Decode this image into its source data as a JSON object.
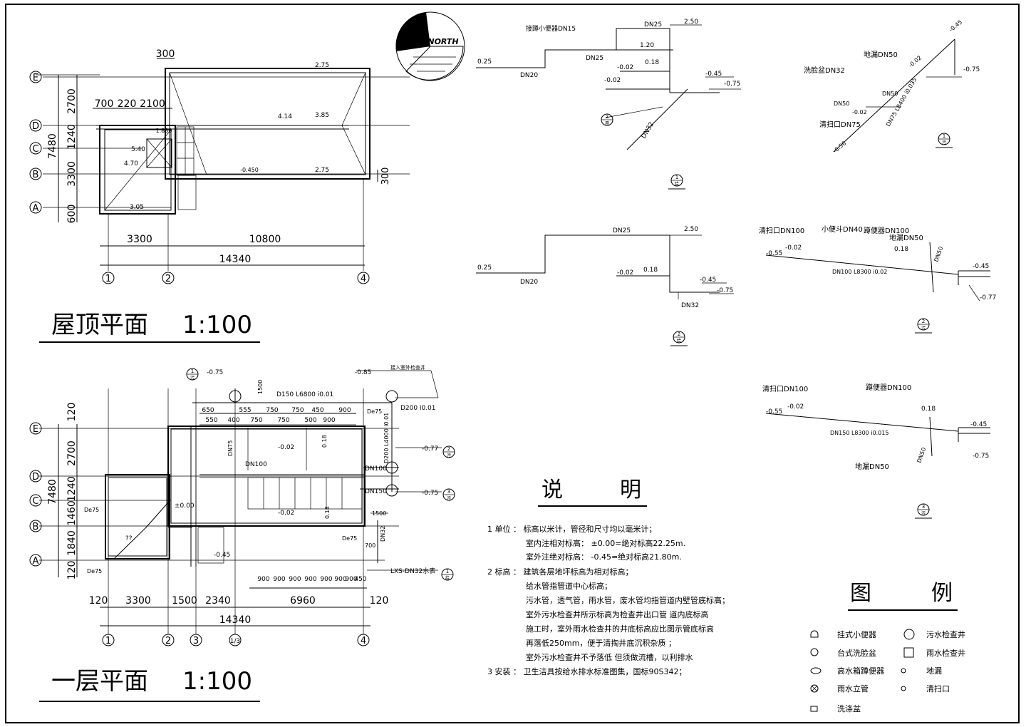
{
  "roof_plan": {
    "title": "屋顶平面",
    "scale": "1:100",
    "axes_rows": [
      "E",
      "D",
      "C",
      "B",
      "A"
    ],
    "axes_cols": [
      "1",
      "2",
      "4"
    ],
    "dims_left": [
      "2700",
      "1240",
      "3300",
      "600"
    ],
    "dim_total_left": "7480",
    "dims_top": [
      "300",
      "700",
      "220",
      "2100"
    ],
    "dim_right": "300",
    "dims_bottom": [
      "3300",
      "10800"
    ],
    "dim_total_bottom": "14340",
    "elevations": [
      "2.75",
      "4.14",
      "3.85",
      "1.830",
      "5.40",
      "4.70",
      "-0.450",
      "2.75",
      "3.05"
    ]
  },
  "north": {
    "label": "NORTH"
  },
  "system_1": {
    "labels": [
      "接蹲小便器DN15",
      "DN25",
      "DN25",
      "2.50",
      "1.20",
      "0.18",
      "0.25",
      "DN20",
      "-0.02",
      "-0.02",
      "-0.45",
      "-0.75",
      "DN32"
    ],
    "ref_top": "2",
    "ref_bottom": "用",
    "marker_top": "1",
    "marker_bottom": "给"
  },
  "system_2": {
    "labels": [
      "DN25",
      "2.50",
      "0.25",
      "DN20",
      "-0.02",
      "0.18",
      "-0.45",
      "-0.75",
      "DN32"
    ],
    "marker_top": "2",
    "marker_bottom": "给"
  },
  "drain_1": {
    "labels": [
      "地漏DN50",
      "洗脸盆DN32",
      "DN50",
      "DN50",
      "-0.02",
      "清扫口DN75",
      "DN75 L8400 i0.035",
      "-0.56",
      "-0.02",
      "-0.45",
      "-0.75"
    ],
    "marker_top": "1",
    "marker_bottom": "污"
  },
  "drain_2": {
    "labels": [
      "清扫口DN100",
      "小便斗DN40",
      "蹲便器DN100",
      "地漏DN50",
      "-0.55",
      "-0.02",
      "0.18",
      "DN100 L8300 i0.02",
      "DN50",
      "-0.45",
      "-0.77"
    ],
    "marker_top": "2",
    "marker_bottom": "污"
  },
  "drain_3": {
    "labels": [
      "清扫口DN100",
      "蹲便器DN100",
      "-0.55",
      "-0.02",
      "0.18",
      "DN150 L8300 i0.015",
      "-0.45",
      "-0.75",
      "地漏DN50",
      "DN50"
    ],
    "marker_top": "3",
    "marker_bottom": "污"
  },
  "ground_plan": {
    "title": "一层平面",
    "scale": "1:100",
    "axes_rows": [
      "E",
      "D",
      "C",
      "B",
      "A"
    ],
    "axes_cols": [
      "1",
      "2",
      "3",
      "1/3",
      "4"
    ],
    "dims_left": [
      "120",
      "2700",
      "1240",
      "1460",
      "1840",
      "120"
    ],
    "dim_total_left": "7480",
    "dims_bottom": [
      "120",
      "3300",
      "1500",
      "2340",
      "6960",
      "120"
    ],
    "dim_total_bottom": "14340",
    "dims_top": [
      "650",
      "555",
      "750",
      "750",
      "450",
      "900"
    ],
    "dims_top2": [
      "550",
      "400",
      "750",
      "750",
      "500",
      "900"
    ],
    "dims_fixtures": [
      "900",
      "900",
      "900",
      "900",
      "900",
      "900",
      "900",
      "450"
    ],
    "pipe_labels": [
      "-0.75",
      "-0.85",
      "接入室外检查井",
      "D150 L6800 i0.01",
      "D200 i0.01",
      "De75",
      "D200 L4000 i0.01",
      "DN75",
      "-0.02",
      "0.18",
      "DN100",
      "DN100",
      "-0.77",
      "DN150",
      "-0.75",
      "±0.00",
      "-0.02",
      "0.18",
      "De75",
      "1500",
      "De75",
      "-0.45",
      "DN32",
      "700",
      "De75",
      "LXS-DN32水表",
      "1500",
      "??"
    ],
    "callouts": [
      {
        "top": "1",
        "bottom": "污"
      },
      {
        "top": "2",
        "bottom": "污"
      },
      {
        "top": "3",
        "bottom": "污"
      },
      {
        "top": "1",
        "bottom": "给"
      }
    ]
  },
  "notes": {
    "heading_1": "说",
    "heading_2": "明",
    "items": [
      "1 单位 ： 标高以米计，管径和尺寸均以毫米计；",
      "室内注相对标高：   ±0.00=绝对标高22.25m.",
      "室外注绝对标高：   -0.45=绝对标高21.80m.",
      "2 标高 ： 建筑各层地坪标高为相对标高；",
      "给水管指管道中心标高；",
      "污水管，透气管，雨水管，废水管均指管道内壁管底标高；",
      "室外污水检查井所示标高为检查井出口管 道内底标高",
      "施工时，室外雨水检查井的井底标高应比图示管底标高",
      "再落低250mm，便于清掏井底沉积杂质 ；",
      "室外污水检查井不予落低  但须做流槽，以利排水",
      "3 安装 ： 卫生洁具按给水排水标准图集，国标90S342；"
    ]
  },
  "legend": {
    "heading_1": "图",
    "heading_2": "例",
    "items": [
      {
        "icon": "wall-urinal-icon",
        "label": "挂式小便器"
      },
      {
        "icon": "sewage-manhole-icon",
        "label": "污水检查井"
      },
      {
        "icon": "counter-basin-icon",
        "label": "台式洗脸盆"
      },
      {
        "icon": "rain-manhole-icon",
        "label": "雨水检查井"
      },
      {
        "icon": "squat-toilet-icon",
        "label": "高水箱蹲便器"
      },
      {
        "icon": "floor-drain-icon",
        "label": "地漏"
      },
      {
        "icon": "rain-riser-icon",
        "label": "雨水立管"
      },
      {
        "icon": "cleanout-icon",
        "label": "清扫口"
      },
      {
        "icon": "sink-icon",
        "label": "洗涤盆"
      }
    ]
  }
}
